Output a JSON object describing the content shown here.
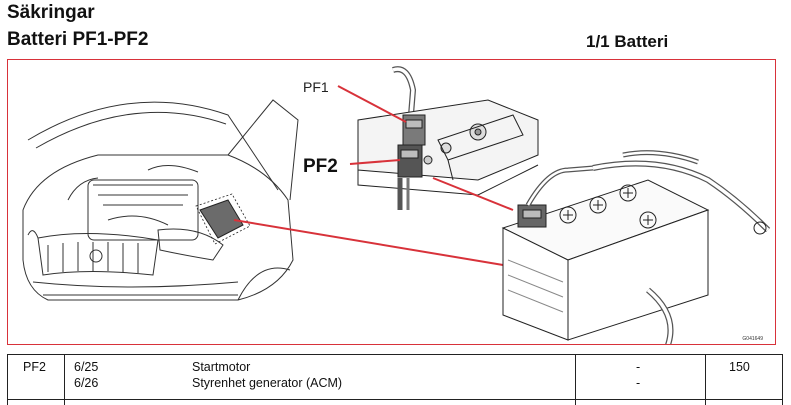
{
  "header": {
    "title_line1": "Säkringar",
    "title_line2": "Batteri PF1-PF2",
    "section_label": "1/1 Batteri"
  },
  "figure": {
    "callout_pf1": "PF1",
    "callout_pf2": "PF2",
    "figure_code": "G041649",
    "accent_color": "#d8323a"
  },
  "table": {
    "rows": [
      {
        "fuse": "PF2",
        "entries": [
          {
            "ref": "6/25",
            "description": "Startmotor",
            "dash": "-"
          },
          {
            "ref": "6/26",
            "description": "Styrenhet generator (ACM)",
            "dash": "-"
          }
        ],
        "amperage": "150"
      }
    ]
  }
}
